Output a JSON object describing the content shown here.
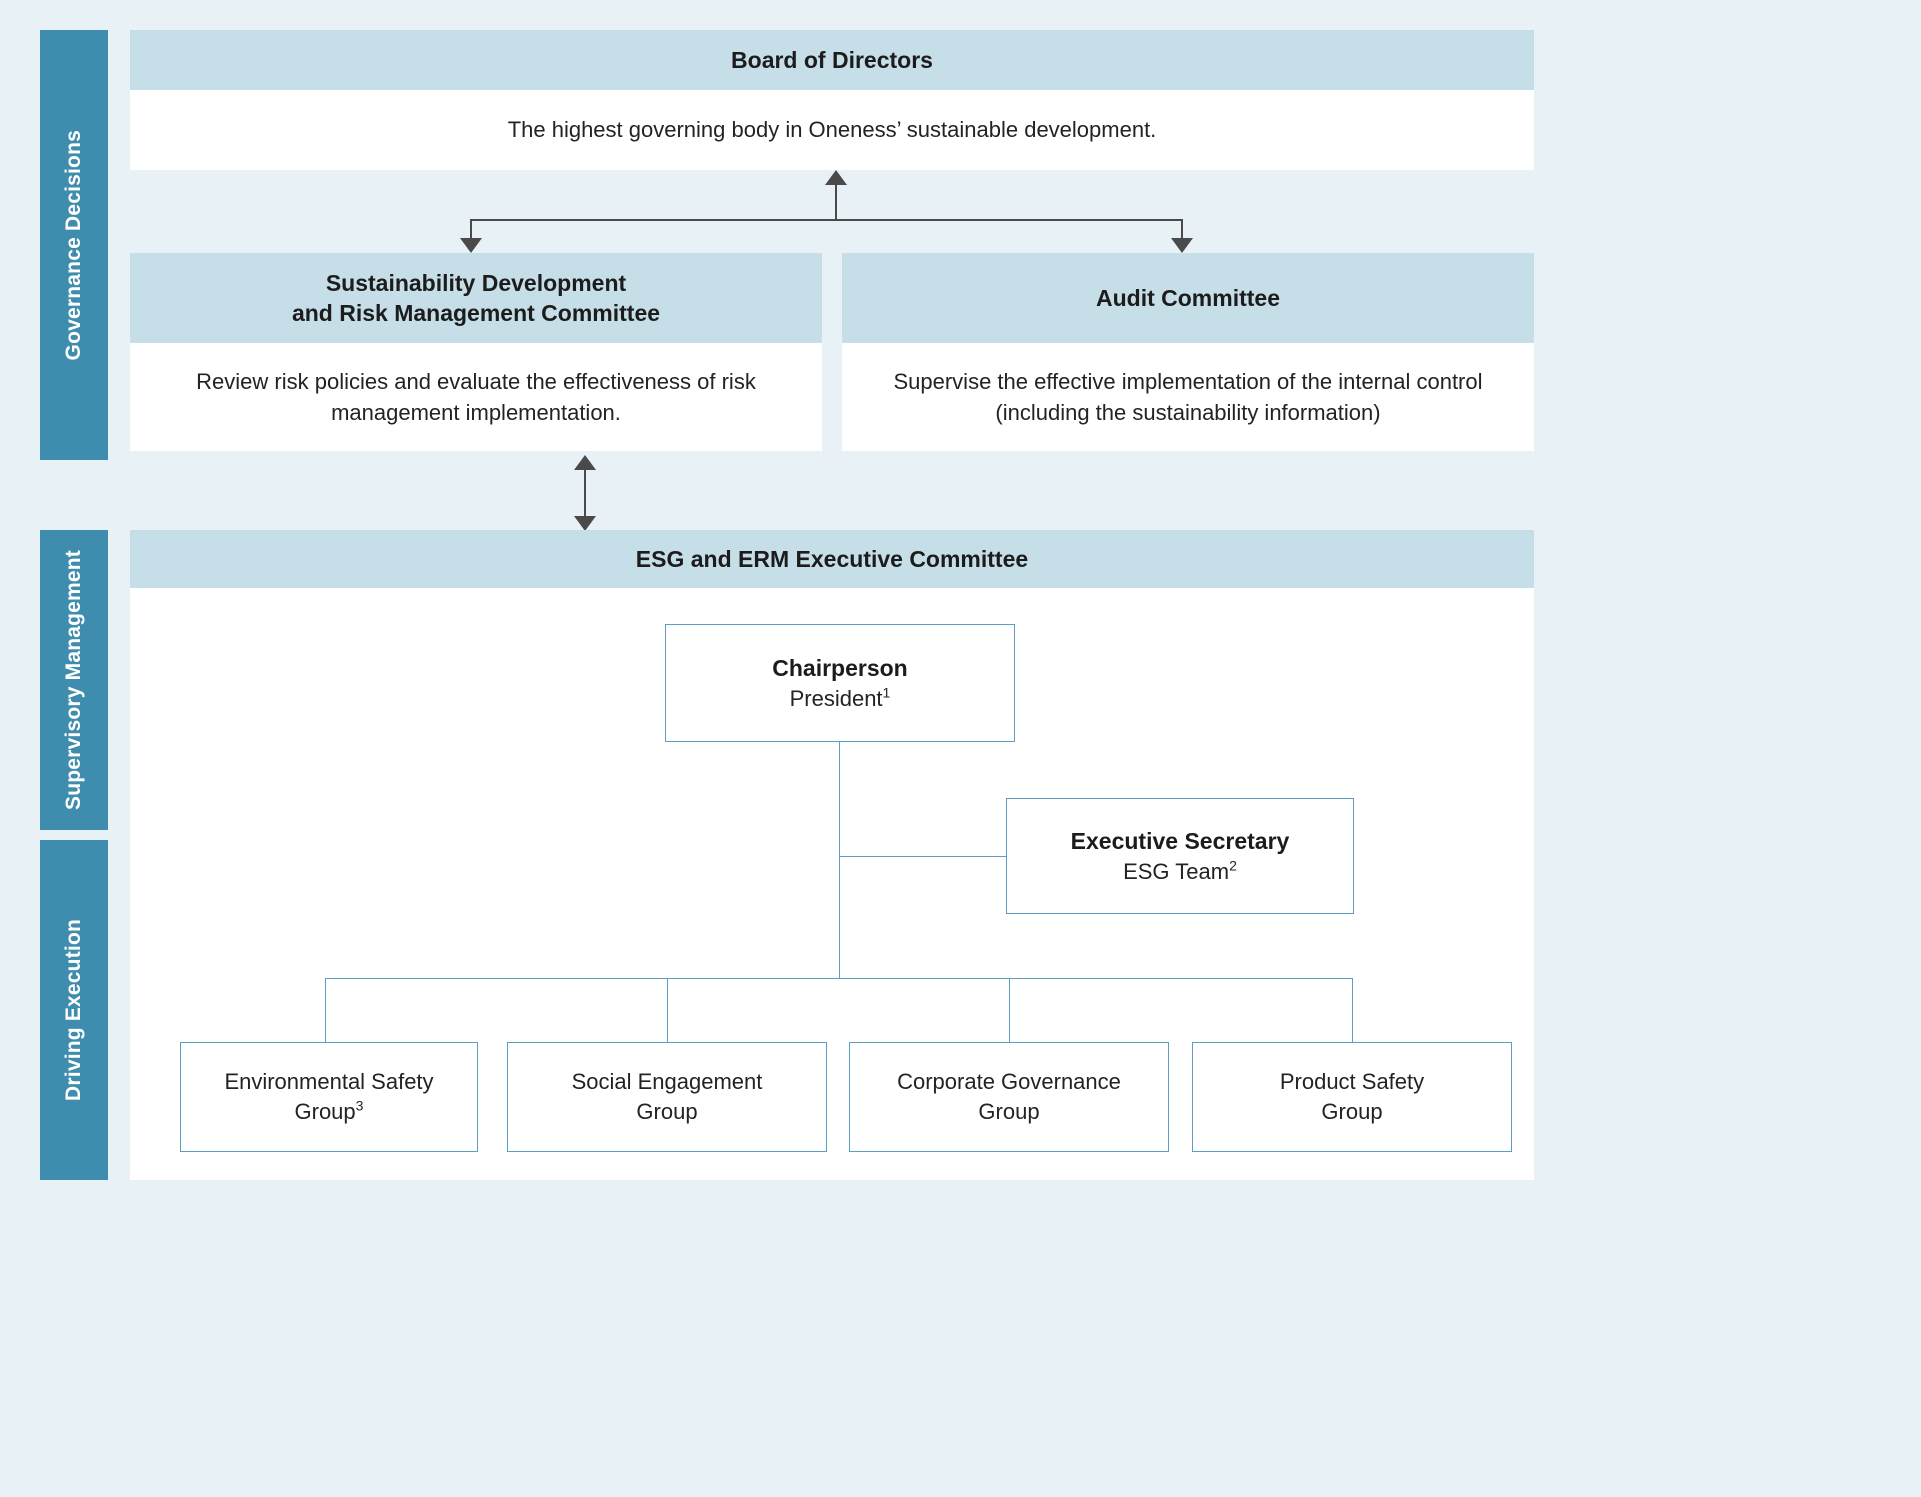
{
  "rails": [
    {
      "label": "Governance Decisions"
    },
    {
      "label": "Supervisory Management"
    },
    {
      "label": "Driving Execution"
    }
  ],
  "board": {
    "title": "Board of Directors",
    "description": "The highest governing body in Oneness’ sustainable development."
  },
  "committees": [
    {
      "title_line1": "Sustainability Development",
      "title_line2": "and Risk Management Committee",
      "description": "Review risk policies and evaluate the effectiveness of risk management implementation."
    },
    {
      "title_line1": "Audit Committee",
      "title_line2": "",
      "description": "Supervise the effective implementation of the internal control (including the sustainability information)"
    }
  ],
  "esg_committee": {
    "title": "ESG and ERM Executive Committee",
    "chairperson": {
      "role": "Chairperson",
      "holder": "President",
      "footnote": "1"
    },
    "secretary": {
      "role": "Executive Secretary",
      "holder": "ESG Team",
      "footnote": "2"
    },
    "groups": [
      {
        "line1": "Environmental Safety",
        "line2": "Group",
        "footnote": "3"
      },
      {
        "line1": "Social Engagement",
        "line2": "Group",
        "footnote": ""
      },
      {
        "line1": "Corporate Governance",
        "line2": "Group",
        "footnote": ""
      },
      {
        "line1": "Product Safety",
        "line2": "Group",
        "footnote": ""
      }
    ]
  },
  "colors": {
    "background": "#e8f2f6",
    "rail": "#3e8cae",
    "panel_header": "#c5dee8",
    "panel_body": "#ffffff",
    "node_border": "#5b9ec2",
    "connector": "#4a4a4a"
  }
}
